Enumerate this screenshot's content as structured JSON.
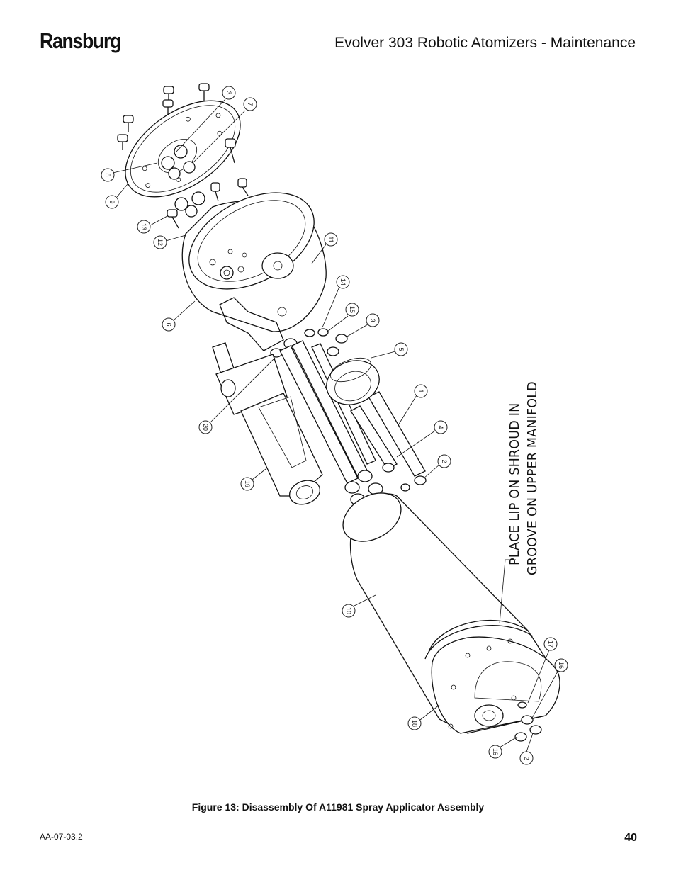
{
  "header": {
    "brand": "Ransburg",
    "title": "Evolver 303 Robotic Atomizers - Maintenance"
  },
  "figure": {
    "note_line1": "PLACE LIP ON SHROUD IN",
    "note_line2": "GROOVE ON UPPER MANIFOLD",
    "callouts": [
      "3",
      "7",
      "8",
      "9",
      "13",
      "12",
      "11",
      "6",
      "14",
      "15",
      "3",
      "5",
      "1",
      "20",
      "4",
      "2",
      "19",
      "10",
      "17",
      "16",
      "18",
      "16",
      "2"
    ]
  },
  "footer": {
    "caption": "Figure 13:  Disassembly Of A11981 Spray Applicator Assembly",
    "doc_number": "AA-07-03.2",
    "page_number": "40"
  }
}
